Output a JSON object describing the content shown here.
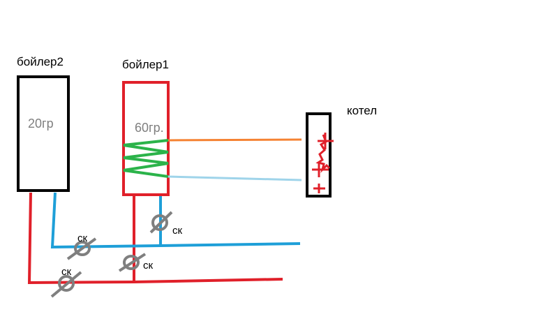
{
  "boilers": [
    {
      "name": "бойлер2",
      "temperature": "20гр"
    },
    {
      "name": "бойлер1",
      "temperature": "60гр."
    }
  ],
  "kotel": {
    "name": "котел"
  },
  "valve_label": "ск",
  "colors": {
    "hot_pipe": "#e0202a",
    "cold_pipe": "#1e9fd8",
    "coil": "#2bb34a",
    "supply_line": "#f58232",
    "return_line": "#9fd4ea",
    "outline": "#000000",
    "valve": "#7f7f7f",
    "temperature_text": "#7f7f7f"
  }
}
